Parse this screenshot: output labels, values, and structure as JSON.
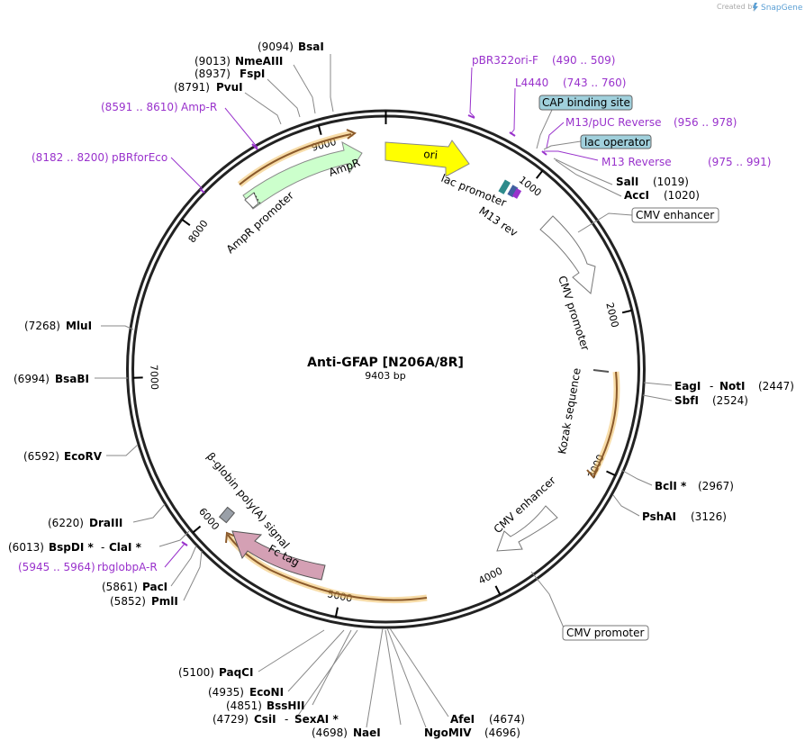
{
  "credit": {
    "text": "Created by",
    "brand": "SnapGene"
  },
  "title": "Anti-GFAP [N206A/8R]",
  "size": "9403 bp",
  "ticks": [
    "1000",
    "2000",
    "3000",
    "4000",
    "5000",
    "6000",
    "7000",
    "8000",
    "9000"
  ],
  "sites": {
    "bsai": {
      "name": "BsaI",
      "pos": "(9094)"
    },
    "nmeaiii": {
      "name": "NmeAIII",
      "pos": "(9013)"
    },
    "fspi": {
      "name": "FspI",
      "pos": "(8937)"
    },
    "pvui": {
      "name": "PvuI",
      "pos": "(8791)"
    },
    "sali": {
      "name": "SalI",
      "pos": "(1019)"
    },
    "acci": {
      "name": "AccI",
      "pos": "(1020)"
    },
    "eagi": {
      "name": "EagI",
      "sep": "-",
      "name2": "NotI",
      "pos": "(2447)"
    },
    "sbfi": {
      "name": "SbfI",
      "pos": "(2524)"
    },
    "bcli": {
      "name": "BclI *",
      "pos": "(2967)"
    },
    "pshai": {
      "name": "PshAI",
      "pos": "(3126)"
    },
    "mlui": {
      "name": "MluI",
      "pos": "(7268)"
    },
    "bsabi": {
      "name": "BsaBI",
      "pos": "(6994)"
    },
    "ecorv": {
      "name": "EcoRV",
      "pos": "(6592)"
    },
    "draiii": {
      "name": "DraIII",
      "pos": "(6220)"
    },
    "bspdi": {
      "name": "BspDI *",
      "sep": "-",
      "name2": "ClaI *",
      "pos": "(6013)"
    },
    "paci": {
      "name": "PacI",
      "pos": "(5861)"
    },
    "pmli": {
      "name": "PmlI",
      "pos": "(5852)"
    },
    "paqci": {
      "name": "PaqCI",
      "pos": "(5100)"
    },
    "econi": {
      "name": "EcoNI",
      "pos": "(4935)"
    },
    "bsshii": {
      "name": "BssHII",
      "pos": "(4851)"
    },
    "csii": {
      "name": "CsiI",
      "sep": "-",
      "name2": "SexAI *",
      "pos": "(4729)"
    },
    "naei": {
      "name": "NaeI",
      "pos": "(4698)"
    },
    "ngomiv": {
      "name": "NgoMIV",
      "pos": "(4696)"
    },
    "afei": {
      "name": "AfeI",
      "pos": "(4674)"
    }
  },
  "primers": {
    "pbr322": {
      "name": "pBR322ori-F",
      "range": "(490 .. 509)"
    },
    "l4440": {
      "name": "L4440",
      "range": "(743 .. 760)"
    },
    "m13puc": {
      "name": "M13/pUC Reverse",
      "range": "(956 .. 978)"
    },
    "m13rev": {
      "name": "M13 Reverse",
      "range": "(975 .. 991)"
    },
    "ampr": {
      "name": "Amp-R",
      "range": "(8591 .. 8610)"
    },
    "pbrforeco": {
      "name": "pBRforEco",
      "range": "(8182 .. 8200)"
    },
    "rbglobpa": {
      "name": "rbglobpA-R",
      "range": "(5945 .. 5964)"
    }
  },
  "boxed": {
    "cap": "CAP binding site",
    "lacop": "lac operator",
    "cmvenh": "CMV enhancer",
    "cmvprom": "CMV promoter"
  },
  "features": {
    "ori": "ori",
    "ampr": "AmpR",
    "ampr_promoter": "AmpR promoter",
    "lac_promoter": "lac promoter",
    "m13rev": "M13 rev",
    "cmv_promoter": "CMV promoter",
    "kozak": "Kozak sequence",
    "cmv_enhancer": "CMV enhancer",
    "fc_tag": "Fc tag",
    "bglobin": "β-globin poly(A) signal"
  },
  "colors": {
    "ori": "#ffff00",
    "ampr": "#ccffcc",
    "fc": "#d4a0b4",
    "primer": "#9932cc",
    "box": "#a0d0dc",
    "orf": "#f0a020"
  }
}
